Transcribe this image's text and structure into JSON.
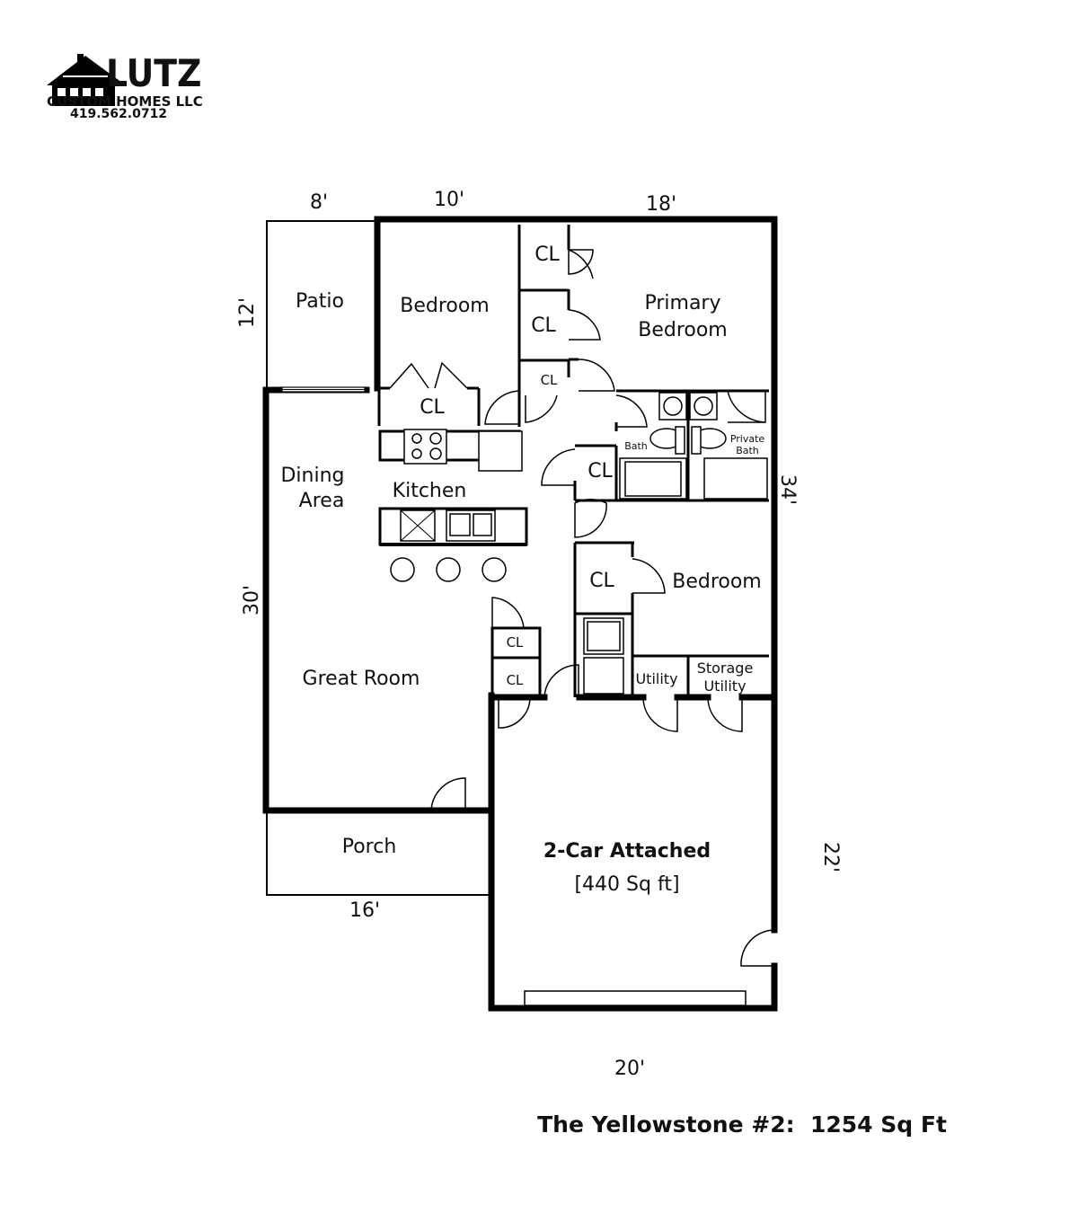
{
  "logo": {
    "name": "LUTZ",
    "line2": "CUSTOM HOMES LLC",
    "phone": "419.562.0712"
  },
  "title": "The Yellowstone #2:  1254 Sq Ft",
  "rooms": {
    "patio": "Patio",
    "bedroom_1": "Bedroom",
    "primary_bedroom_line1": "Primary",
    "primary_bedroom_line2": "Bedroom",
    "dining_line1": "Dining",
    "dining_line2": "Area",
    "kitchen": "Kitchen",
    "great_room": "Great Room",
    "porch": "Porch",
    "bath": "Bath",
    "private_bath_line1": "Private",
    "private_bath_line2": "Bath",
    "bedroom_2": "Bedroom",
    "utility": "Utility",
    "storage_utility_line1": "Storage",
    "storage_utility_line2": "Utility",
    "garage": "2-Car Attached",
    "garage_area": "[440 Sq ft]"
  },
  "closets": {
    "cl_1": "CL",
    "cl_2": "CL",
    "cl_3": "CL",
    "cl_kitchen": "CL",
    "cl_hall": "CL",
    "cl_bedroom_2": "CL",
    "cl_4": "CL",
    "cl_5": "CL"
  },
  "dimensions": {
    "patio_width": "8'",
    "bedroom_width": "10'",
    "primary_width": "18'",
    "patio_depth": "12'",
    "house_depth_right": "34'",
    "great_room_depth": "30'",
    "porch_width": "16'",
    "garage_depth": "22'",
    "garage_width": "20'"
  }
}
